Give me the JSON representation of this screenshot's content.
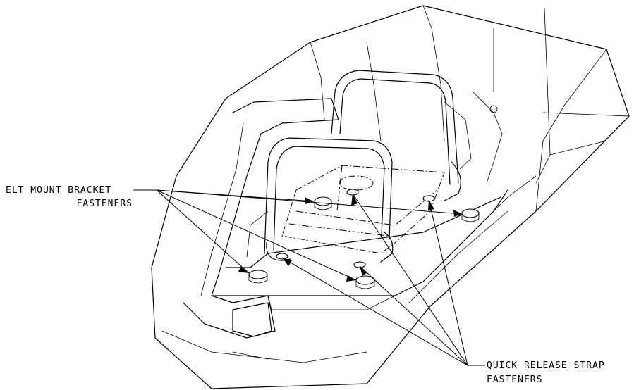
{
  "callouts": {
    "elt_bracket": {
      "line1": "ELT MOUNT BRACKET",
      "line2": "FASTENERS"
    },
    "strap": {
      "line1": "QUICK RELEASE STRAP",
      "line2": "FASTENERS"
    }
  },
  "colors": {
    "ink": "#000000",
    "paper": "#ffffff"
  }
}
